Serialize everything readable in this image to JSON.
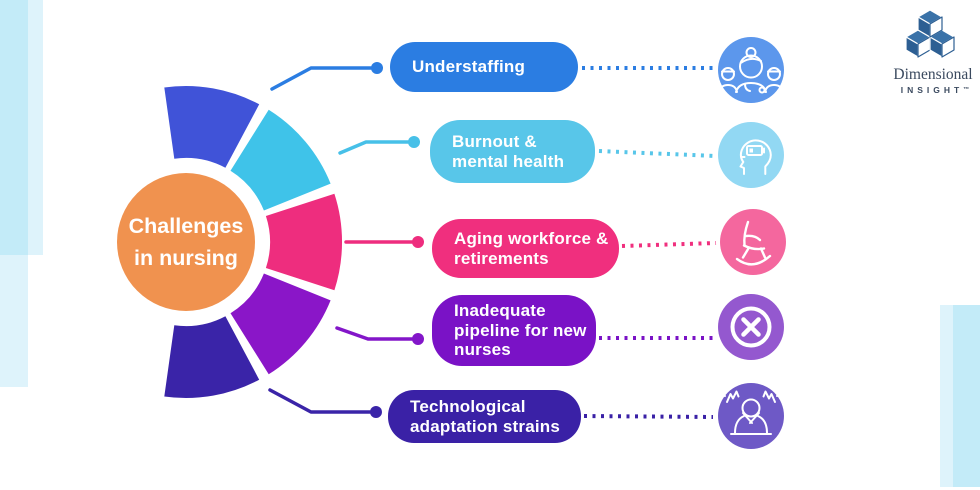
{
  "title": {
    "text": "Challenges\nin nursing",
    "bg_color": "#f0924f"
  },
  "items": [
    {
      "label": "Understaffing",
      "pill_color": "#2b7de2",
      "arc_color": "#4053d8",
      "line_color": "#2b7de2",
      "icon_bg": "#5c97ec",
      "icon": "nurse-team-icon"
    },
    {
      "label": "Burnout &\nmental health",
      "pill_color": "#58c6e9",
      "arc_color": "#3fc3e9",
      "line_color": "#47c0e8",
      "icon_bg": "#92d8f3",
      "icon": "burnout-head-battery-icon"
    },
    {
      "label": "Aging workforce &\nretirements",
      "pill_color": "#f02f7e",
      "arc_color": "#ee2d7e",
      "line_color": "#ee2d7e",
      "icon_bg": "#f4679e",
      "icon": "rocking-chair-icon"
    },
    {
      "label": "Inadequate\npipeline for new\nnurses",
      "pill_color": "#7a12c6",
      "arc_color": "#8a16c8",
      "line_color": "#8316c9",
      "icon_bg": "#9458cf",
      "icon": "circle-x-icon"
    },
    {
      "label": "Technological\nadaptation strains",
      "pill_color": "#3a21a6",
      "arc_color": "#3a24a8",
      "line_color": "#3a24a8",
      "icon_bg": "#6e59c6",
      "icon": "stressed-person-icon"
    }
  ],
  "logo": {
    "name": "Dimensional",
    "subname": "INSIGHT",
    "tm": "™",
    "cube_dark": "#2d5f93",
    "cube_mid": "#3a72a8"
  },
  "decor": {
    "blue_strong": "#c3ebf8",
    "blue_light": "#def3fb"
  }
}
